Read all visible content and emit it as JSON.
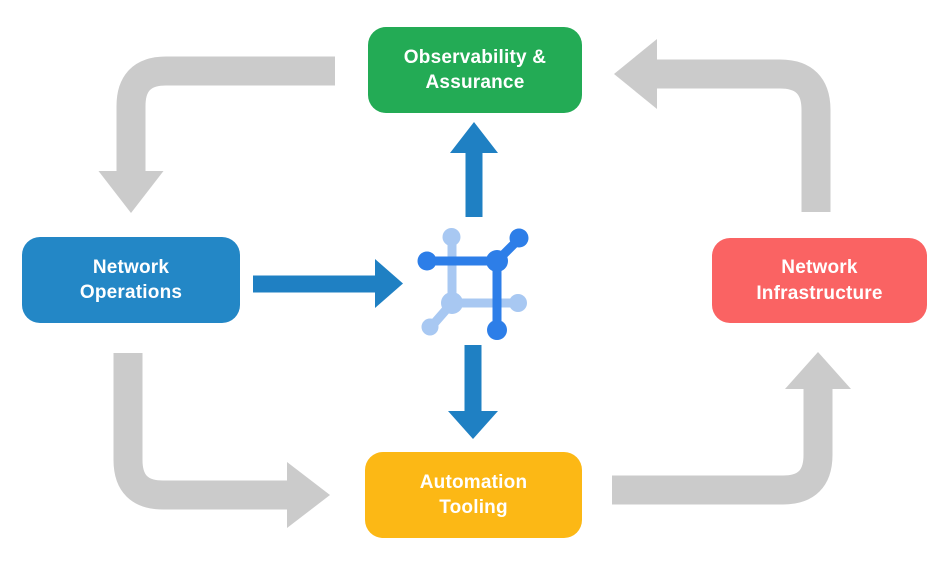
{
  "nodes": {
    "observability": {
      "label": "Observability &\nAssurance",
      "color": "#23AB55"
    },
    "operations": {
      "label": "Network\nOperations",
      "color": "#2387C6"
    },
    "infrastructure": {
      "label": "Network\nInfrastructure",
      "color": "#FA6363"
    },
    "automation": {
      "label": "Automation\nTooling",
      "color": "#FCB815"
    }
  },
  "center_icon": {
    "name": "network-fabric-icon"
  },
  "colors": {
    "background": "#FFFFFF",
    "arrow_gray": "#CBCBCB",
    "arrow_blue": "#1F80C3",
    "icon_blue_dark": "#2D7EE8",
    "icon_blue_light": "#A8C8F2",
    "label_text": "#FFFFFF"
  },
  "flows": [
    {
      "from": "Observability & Assurance",
      "to": "Network Operations",
      "style": "gray-cycle"
    },
    {
      "from": "Network Operations",
      "to": "Automation Tooling",
      "style": "gray-cycle"
    },
    {
      "from": "Automation Tooling",
      "to": "Network Infrastructure",
      "style": "gray-cycle"
    },
    {
      "from": "Network Infrastructure",
      "to": "Observability & Assurance",
      "style": "gray-cycle"
    },
    {
      "from": "Network Operations",
      "to": "center-icon",
      "style": "blue"
    },
    {
      "from": "center-icon",
      "to": "Observability & Assurance",
      "style": "blue"
    },
    {
      "from": "center-icon",
      "to": "Automation Tooling",
      "style": "blue"
    }
  ]
}
